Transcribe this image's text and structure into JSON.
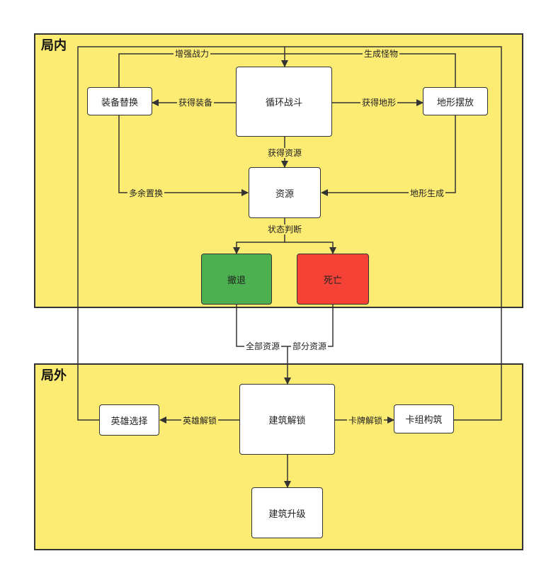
{
  "regions": {
    "inner_title": "局内",
    "outer_title": "局外"
  },
  "nodes": {
    "battle_loop": "循环战斗",
    "equip_swap": "装备替换",
    "terrain_place": "地形摆放",
    "resources": "资源",
    "retreat": "撤退",
    "death": "死亡",
    "building_unlock": "建筑解锁",
    "hero_select": "英雄选择",
    "deck_build": "卡组构筑",
    "building_upgrade": "建筑升级"
  },
  "edges": {
    "boost_power": "增强战力",
    "spawn_monster": "生成怪物",
    "get_equipment": "获得装备",
    "get_terrain": "获得地形",
    "get_resources": "获得资源",
    "surplus_swap": "多余置换",
    "terrain_generate": "地形生成",
    "status_judge": "状态判断",
    "all_resources": "全部资源",
    "part_resources": "部分资源",
    "hero_unlock": "英雄解锁",
    "card_unlock": "卡牌解锁"
  },
  "colors": {
    "region_fill": "#fdec73",
    "retreat_fill": "#4caf50",
    "death_fill": "#f44336"
  }
}
